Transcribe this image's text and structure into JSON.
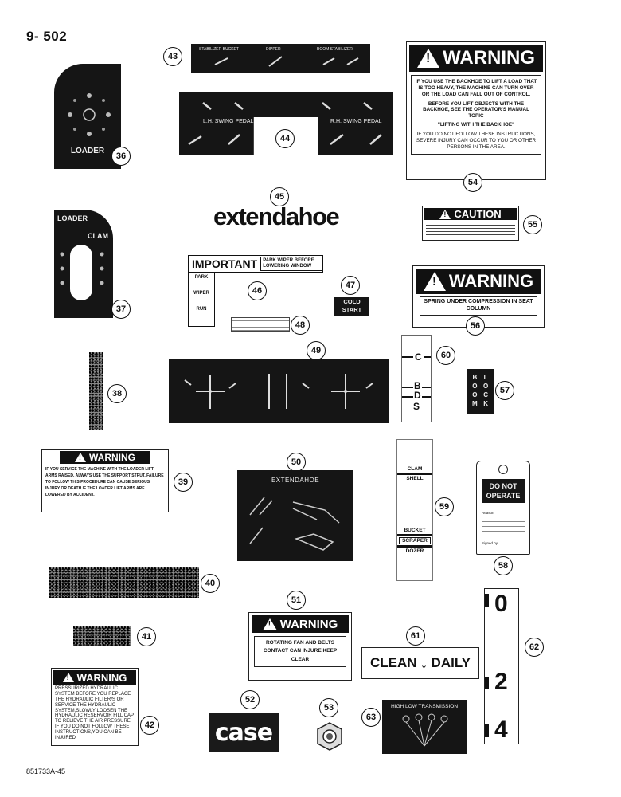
{
  "page": {
    "number": "9- 502",
    "figure_code": "851733A-45"
  },
  "callouts": [
    "36",
    "37",
    "38",
    "39",
    "40",
    "41",
    "42",
    "43",
    "44",
    "45",
    "46",
    "47",
    "48",
    "49",
    "50",
    "51",
    "52",
    "53",
    "54",
    "55",
    "56",
    "57",
    "58",
    "59",
    "60",
    "61",
    "62",
    "63"
  ],
  "decals": {
    "loader_36": {
      "title": "LOADER"
    },
    "loader_clam_37": {
      "loader": "LOADER",
      "clam": "CLAM"
    },
    "control_43": {
      "labels": [
        "STABILIZER BUCKET",
        "DIPPER",
        "BOOM STABILIZER"
      ]
    },
    "swing_44": {
      "left": "L.H. SWING PEDAL",
      "right": "R.H. SWING PEDAL"
    },
    "brand_45": {
      "text": "extendahoe"
    },
    "important_46": {
      "title": "IMPORTANT",
      "message": "PARK WIPER BEFORE LOWERING WINDOW",
      "park": "PARK",
      "wiper": "WIPER",
      "run": "RUN"
    },
    "cold_start_47": {
      "line1": "COLD",
      "line2": "START"
    },
    "warning_54": {
      "head": "WARNING",
      "p1": "IF YOU USE THE BACKHOE TO LIFT A LOAD THAT IS TOO HEAVY, THE MACHINE CAN TURN OVER OR THE LOAD CAN FALL OUT OF CONTROL.",
      "p2": "BEFORE YOU LIFT OBJECTS WITH THE BACKHOE, SEE THE OPERATOR'S MANUAL TOPIC",
      "p3": "\"LIFTING WITH THE BACKHOE\"",
      "p4": "IF YOU DO NOT FOLLOW THESE INSTRUCTIONS, SEVERE INJURY CAN OCCUR TO YOU OR OTHER PERSONS IN THE AREA."
    },
    "caution_55": {
      "head": "CAUTION"
    },
    "warning_56": {
      "head": "WARNING",
      "body": "SPRING UNDER COMPRESSION IN SEAT COLUMN"
    },
    "scale_60": {
      "letters": [
        "C",
        "B",
        "D",
        "S"
      ]
    },
    "boom_lock_57": {
      "left": [
        "B",
        "O",
        "O",
        "M"
      ],
      "right": [
        "L",
        "O",
        "C",
        "K"
      ]
    },
    "tag_58": {
      "title": "DO NOT OPERATE",
      "reason": "Reason",
      "signed": "Signed by"
    },
    "warning_39": {
      "head": "WARNING",
      "body": "IF YOU SERVICE THE MACHINE WITH THE LOADER LIFT ARMS RAISED, ALWAYS USE THE SUPPORT STRUT. FAILURE TO FOLLOW THIS PROCEDURE CAN CAUSE SERIOUS INJURY OR DEATH IF THE LOADER LIFT ARMS ARE LOWERED BY ACCIDENT."
    },
    "extendahoe_50": {
      "title": "EXTENDAHOE"
    },
    "select_59": {
      "top1": "CLAM",
      "top2": "SHELL",
      "b1": "BUCKET",
      "b2": "SCRAPER",
      "b3": "DOZER"
    },
    "warning_51": {
      "head": "WARNING",
      "body": "ROTATING FAN AND BELTS CONTACT CAN INJURE KEEP CLEAR"
    },
    "clean_61": {
      "left": "CLEAN",
      "right": "DAILY"
    },
    "gauge_62": {
      "values": [
        "0",
        "2",
        "4"
      ]
    },
    "warning_42": {
      "head": "WARNING",
      "body": "PRESSURIZED HYDRAULIC SYSTEM BEFORE YOU REPLACE THE HYDRAULIC FILTER/S OR SERVICE THE HYDRAULIC SYSTEM,SLOWLY LOOSEN THE HYDRAULIC RESERVOIR FILL CAP TO RELIEVE THE AIR PRESSURE IF YOU DO NOT FOLLOW THESE INSTRUCTIONS,YOU CAN BE INJURED"
    },
    "case_52": {
      "text": "case"
    },
    "trans_63": {
      "title": "HIGH LOW TRANSMISSION"
    }
  }
}
